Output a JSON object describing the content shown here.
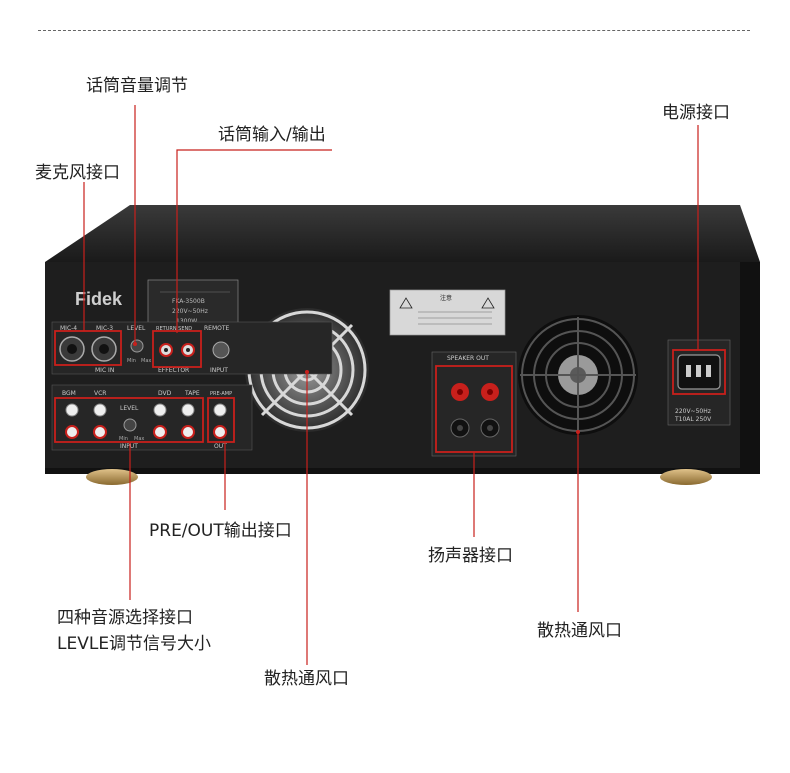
{
  "labels": {
    "mic_volume": "话筒音量调节",
    "mic_io": "话筒输入/输出",
    "mic_jack": "麦克风接口",
    "power": "电源接口",
    "pre_out": "PRE/OUT输出接口",
    "speaker": "扬声器接口",
    "vent_right": "散热通风口",
    "source_line1": "四种音源选择接口",
    "source_line2": "LEVLE调节信号大小",
    "vent_bottom": "散热通风口"
  },
  "device": {
    "brand": "Fidek",
    "panel_mic1": "MIC-4",
    "panel_mic2": "MIC-3",
    "panel_level": "LEVEL",
    "panel_min": "Min",
    "panel_max": "Max",
    "panel_return_send": "RETURN SEND",
    "panel_remote": "REMOTE",
    "panel_mic_in": "MIC IN",
    "panel_effector": "EFFECTOR",
    "panel_input_small": "INPUT",
    "panel_bgm": "BGM",
    "panel_vcr": "VCR",
    "panel_dvd": "DVD",
    "panel_tape": "TAPE",
    "panel_pre_amp": "PRE-AMP",
    "panel_input": "INPUT",
    "panel_out": "OUT",
    "panel_speaker_out": "SPEAKER OUT",
    "panel_warning": "注意",
    "panel_power_rating1": "220V~50Hz",
    "panel_power_rating2": "T10AL 250V",
    "panel_model": "FKA-3500B",
    "panel_voltage": "220V~50Hz",
    "panel_power_w": "1300W"
  },
  "colors": {
    "callout": "#c8201c",
    "chassis": "#1e1e1e",
    "panel": "#262626"
  }
}
